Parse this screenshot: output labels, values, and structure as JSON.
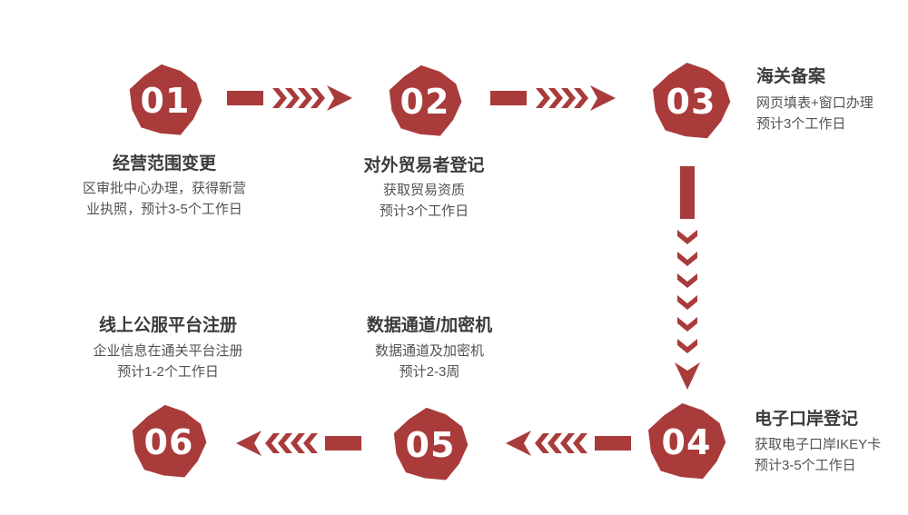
{
  "colors": {
    "accent": "#a93b3b",
    "title": "#3b3b3b",
    "desc": "#525252",
    "bg": "#ffffff"
  },
  "steps": [
    {
      "number": "01",
      "title": "经营范围变更",
      "desc_lines": [
        "区审批中心办理，获得新营",
        "业执照，预计3-5个工作日"
      ]
    },
    {
      "number": "02",
      "title": "对外贸易者登记",
      "desc_lines": [
        "获取贸易资质",
        "预计3个工作日"
      ]
    },
    {
      "number": "03",
      "title": "海关备案",
      "desc_lines": [
        "网页填表+窗口办理",
        "预计3个工作日"
      ]
    },
    {
      "number": "04",
      "title": "电子口岸登记",
      "desc_lines": [
        "获取电子口岸IKEY卡",
        "预计3-5个工作日"
      ]
    },
    {
      "number": "05",
      "title": "数据通道/加密机",
      "desc_lines": [
        "数据通道及加密机",
        "预计2-3周"
      ]
    },
    {
      "number": "06",
      "title": "线上公服平台注册",
      "desc_lines": [
        "企业信息在通关平台注册",
        "预计1-2个工作日"
      ]
    }
  ]
}
